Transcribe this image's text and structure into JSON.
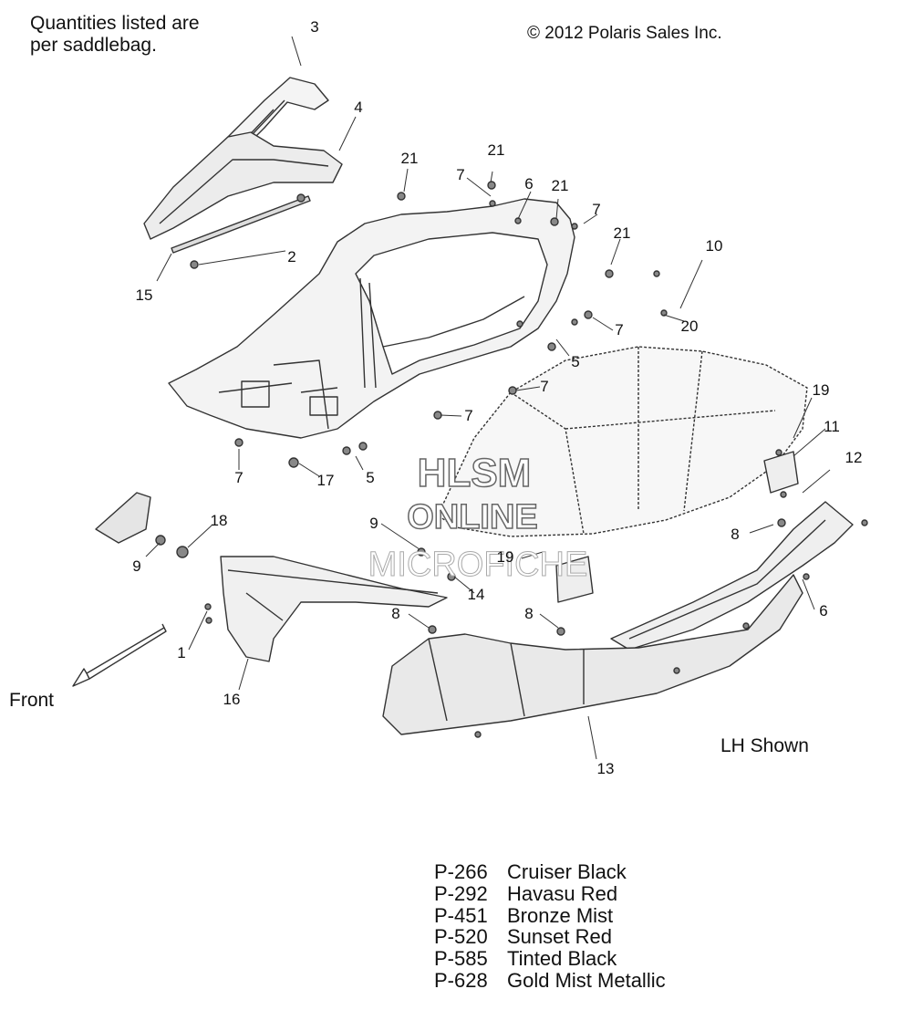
{
  "notes": {
    "quantities_line1": "Quantities listed are",
    "quantities_line2": "per saddlebag.",
    "copyright": "© 2012 Polaris Sales Inc.",
    "front_label": "Front",
    "view_label": "LH Shown"
  },
  "watermark": {
    "line1": "HLSM",
    "line2": "ONLINE",
    "line3": "MICROFICHE"
  },
  "callouts": [
    "3",
    "4",
    "21",
    "21",
    "7",
    "6",
    "21",
    "7",
    "21",
    "10",
    "2",
    "15",
    "7",
    "20",
    "5",
    "7",
    "7",
    "19",
    "11",
    "12",
    "7",
    "17",
    "5",
    "9",
    "18",
    "8",
    "19",
    "14",
    "8",
    "8",
    "6",
    "1",
    "16",
    "13",
    "9"
  ],
  "paint_codes": [
    {
      "code": "P-266",
      "name": "Cruiser Black"
    },
    {
      "code": "P-292",
      "name": "Havasu Red"
    },
    {
      "code": "P-451",
      "name": "Bronze Mist"
    },
    {
      "code": "P-520",
      "name": "Sunset Red"
    },
    {
      "code": "P-585",
      "name": "Tinted Black"
    },
    {
      "code": "P-628",
      "name": "Gold Mist Metallic"
    }
  ],
  "icons": {
    "front_arrow": "front-arrow-icon"
  }
}
